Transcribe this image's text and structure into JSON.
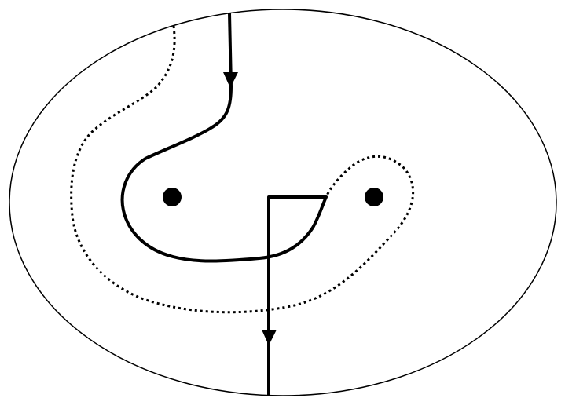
{
  "diagram": {
    "stroke_color": "#000000",
    "background_color": "#ffffff",
    "elements": [
      {
        "kind": "ellipse",
        "name": "boundary-disk"
      },
      {
        "kind": "path",
        "name": "oriented-arc",
        "style": "solid",
        "arrows": 2
      },
      {
        "kind": "path",
        "name": "dotted-loop",
        "style": "dotted"
      },
      {
        "kind": "point",
        "name": "puncture-left"
      },
      {
        "kind": "point",
        "name": "puncture-right"
      }
    ]
  }
}
